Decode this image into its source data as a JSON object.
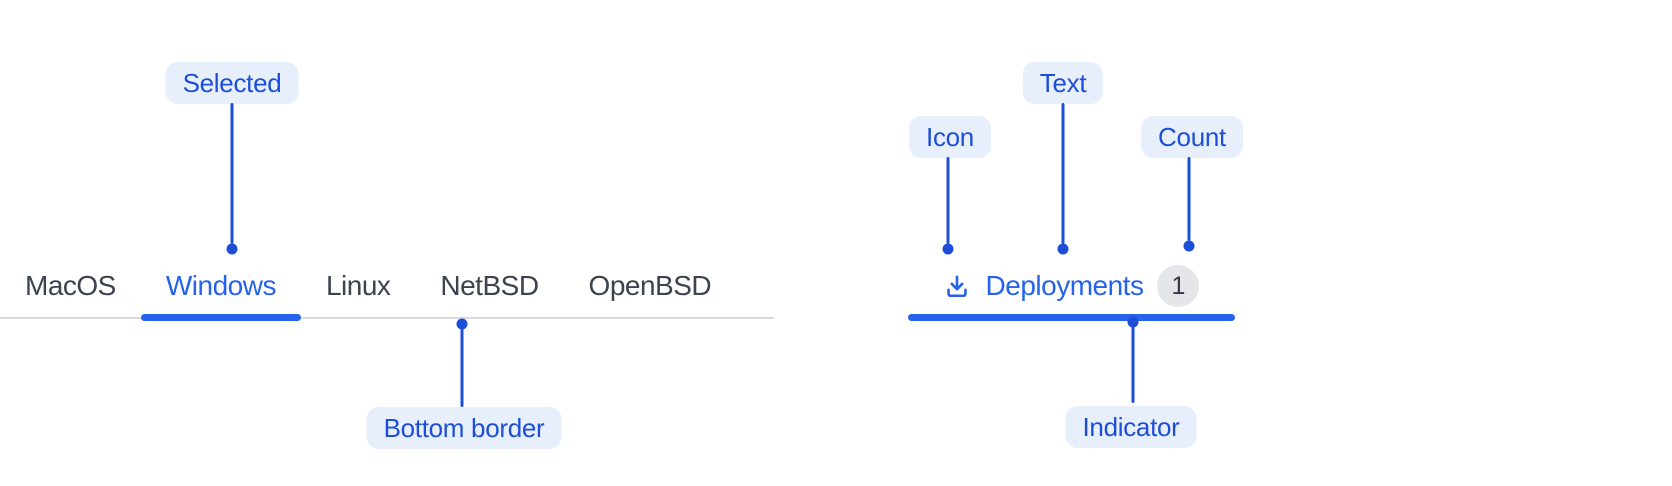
{
  "left_tabbar": {
    "tabs": [
      {
        "label": "MacOS",
        "selected": false
      },
      {
        "label": "Windows",
        "selected": true
      },
      {
        "label": "Linux",
        "selected": false
      },
      {
        "label": "NetBSD",
        "selected": false
      },
      {
        "label": "OpenBSD",
        "selected": false
      }
    ]
  },
  "right_tab": {
    "icon": "download-icon",
    "label": "Deployments",
    "count": "1"
  },
  "annotations": {
    "selected": "Selected",
    "bottom_border": "Bottom border",
    "icon": "Icon",
    "text": "Text",
    "count": "Count",
    "indicator": "Indicator"
  },
  "colors": {
    "component_blue": "#2563eb",
    "annotation_blue": "#1d4ed8",
    "annotation_pill_bg": "#e8effc",
    "tab_text_gray": "#3c434f",
    "tabbar_border_gray": "#d9dbde",
    "badge_bg": "#e4e6e9",
    "badge_text": "#333a45",
    "background": "#ffffff"
  }
}
